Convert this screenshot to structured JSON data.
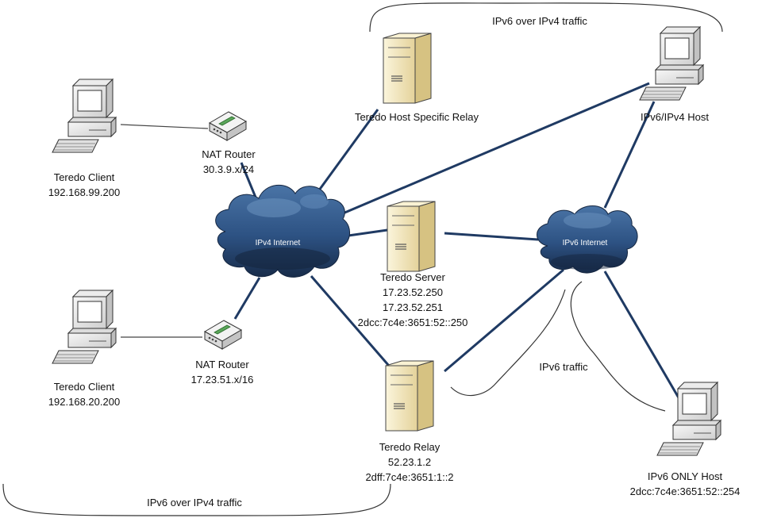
{
  "traffic_labels": {
    "top": "IPv6 over IPv4 traffic",
    "bottom": "IPv6 over IPv4 traffic",
    "ipv6": "IPv6 traffic"
  },
  "clouds": {
    "ipv4": "IPv4 Internet",
    "ipv6": "IPv6 Internet"
  },
  "nodes": {
    "teredo_client_1": {
      "name": "Teredo Client",
      "address": "192.168.99.200"
    },
    "teredo_client_2": {
      "name": "Teredo Client",
      "address": "192.168.20.200"
    },
    "nat_router_1": {
      "name": "NAT Router",
      "address": "30.3.9.x/24"
    },
    "nat_router_2": {
      "name": "NAT Router",
      "address": "17.23.51.x/16"
    },
    "host_specific_relay": {
      "name": "Teredo Host Specific Relay"
    },
    "teredo_server": {
      "name": "Teredo Server",
      "address1": "17.23.52.250",
      "address2": "17.23.52.251",
      "address3": "2dcc:7c4e:3651:52::250"
    },
    "teredo_relay": {
      "name": "Teredo Relay",
      "address1": "52.23.1.2",
      "address2": "2dff:7c4e:3651:1::2"
    },
    "dual_host": {
      "name": "IPv6/IPv4 Host"
    },
    "ipv6_only_host": {
      "name": "IPv6 ONLY Host",
      "address": "2dcc:7c4e:3651:52::254"
    }
  },
  "colors": {
    "link": "#1f3a63",
    "cloud_dark": "#1d3456",
    "cloud_mid": "#2e5384",
    "cloud_light": "#5a86b5",
    "server_body": "#f1e4b3",
    "computer_body": "#e4e4e4",
    "bracket": "#333333"
  }
}
